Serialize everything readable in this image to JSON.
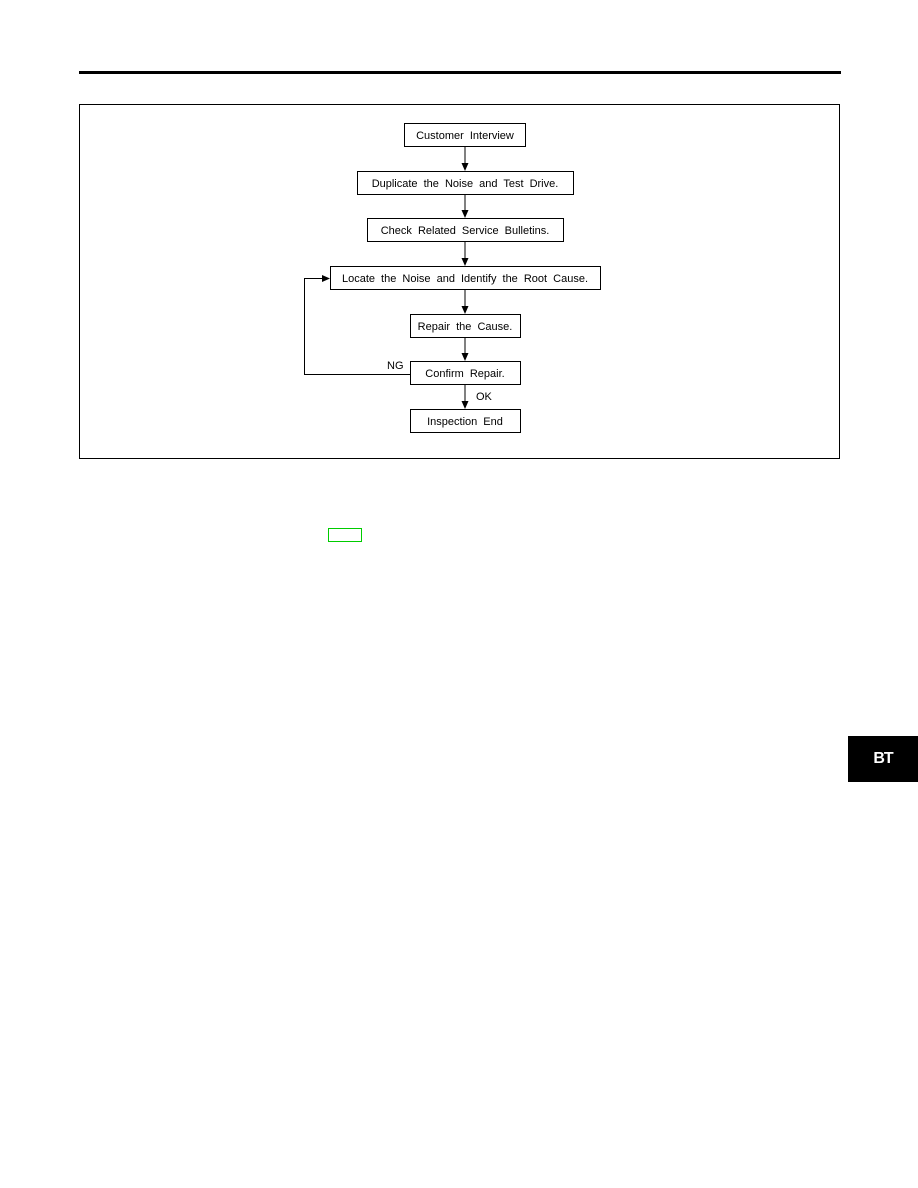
{
  "flowchart": {
    "nodes": {
      "customer_interview": "Customer Interview",
      "duplicate_noise": "Duplicate the Noise and Test Drive.",
      "check_bulletins": "Check Related Service Bulletins.",
      "locate_noise": "Locate the Noise and Identify the Root Cause.",
      "repair_cause": "Repair the Cause.",
      "confirm_repair": "Confirm Repair.",
      "inspection_end": "Inspection End"
    },
    "edge_labels": {
      "ng": "NG",
      "ok": "OK"
    }
  },
  "link_marker": {
    "color": "#00cc00"
  },
  "section_tab": {
    "label": "BT"
  }
}
